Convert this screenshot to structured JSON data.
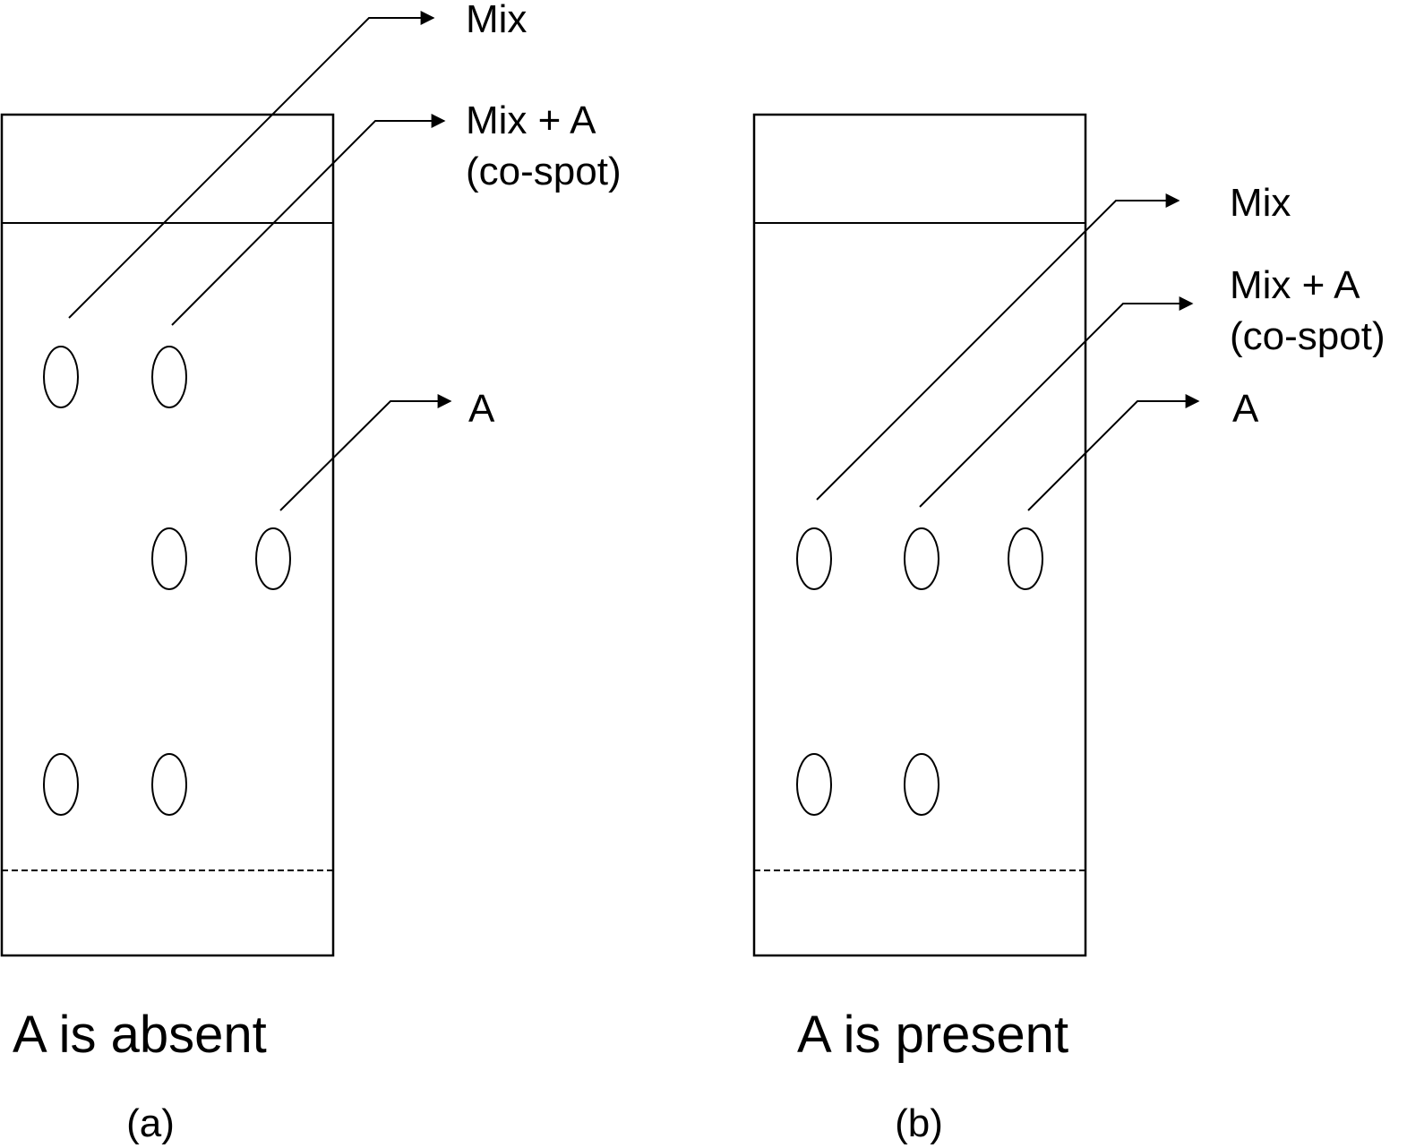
{
  "panels": [
    {
      "caption": "A is absent",
      "tag": "(a)",
      "labels": {
        "mix": "Mix",
        "mix_a_line1": "Mix + A",
        "mix_a_line2": "(co-spot)",
        "a": "A"
      }
    },
    {
      "caption": "A is present",
      "tag": "(b)",
      "labels": {
        "mix": "Mix",
        "mix_a_line1": "Mix + A",
        "mix_a_line2": "(co-spot)",
        "a": "A"
      }
    }
  ]
}
